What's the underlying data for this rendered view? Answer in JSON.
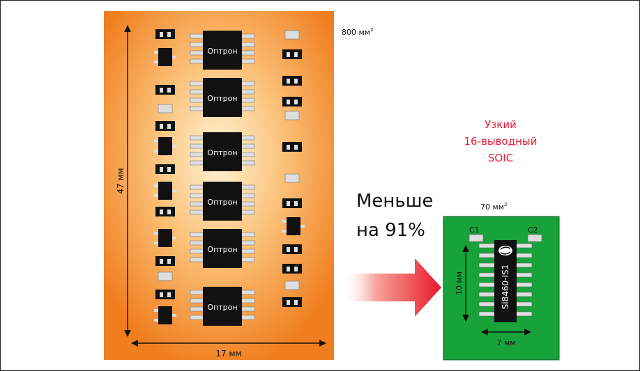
{
  "large_board": {
    "area_label": "800 мм",
    "area_sup": "2",
    "height_label": "47 мм",
    "width_label": "17 мм",
    "optocoupler_label": "Оптрон",
    "optocoupler_count": 6,
    "board_gradient_center": "#fff3d6",
    "board_gradient_edge": "#f07d1e"
  },
  "package_caption": {
    "line1": "Узкий",
    "line2": "16-выводный",
    "line3": "SOIC",
    "color": "#e8203a"
  },
  "reduction": {
    "line1": "Меньше",
    "line2": "на 91%"
  },
  "small_board": {
    "area_label": "70 мм",
    "area_sup": "2",
    "chip_label": "Si8460-IS1",
    "cap1_label": "C1",
    "cap2_label": "C2",
    "height_label": "10 мм",
    "width_label": "7 мм",
    "board_color": "#17a23a"
  },
  "colors": {
    "component": "#111111",
    "pad": "#dedede",
    "arrow_tip": "#e8182a"
  }
}
